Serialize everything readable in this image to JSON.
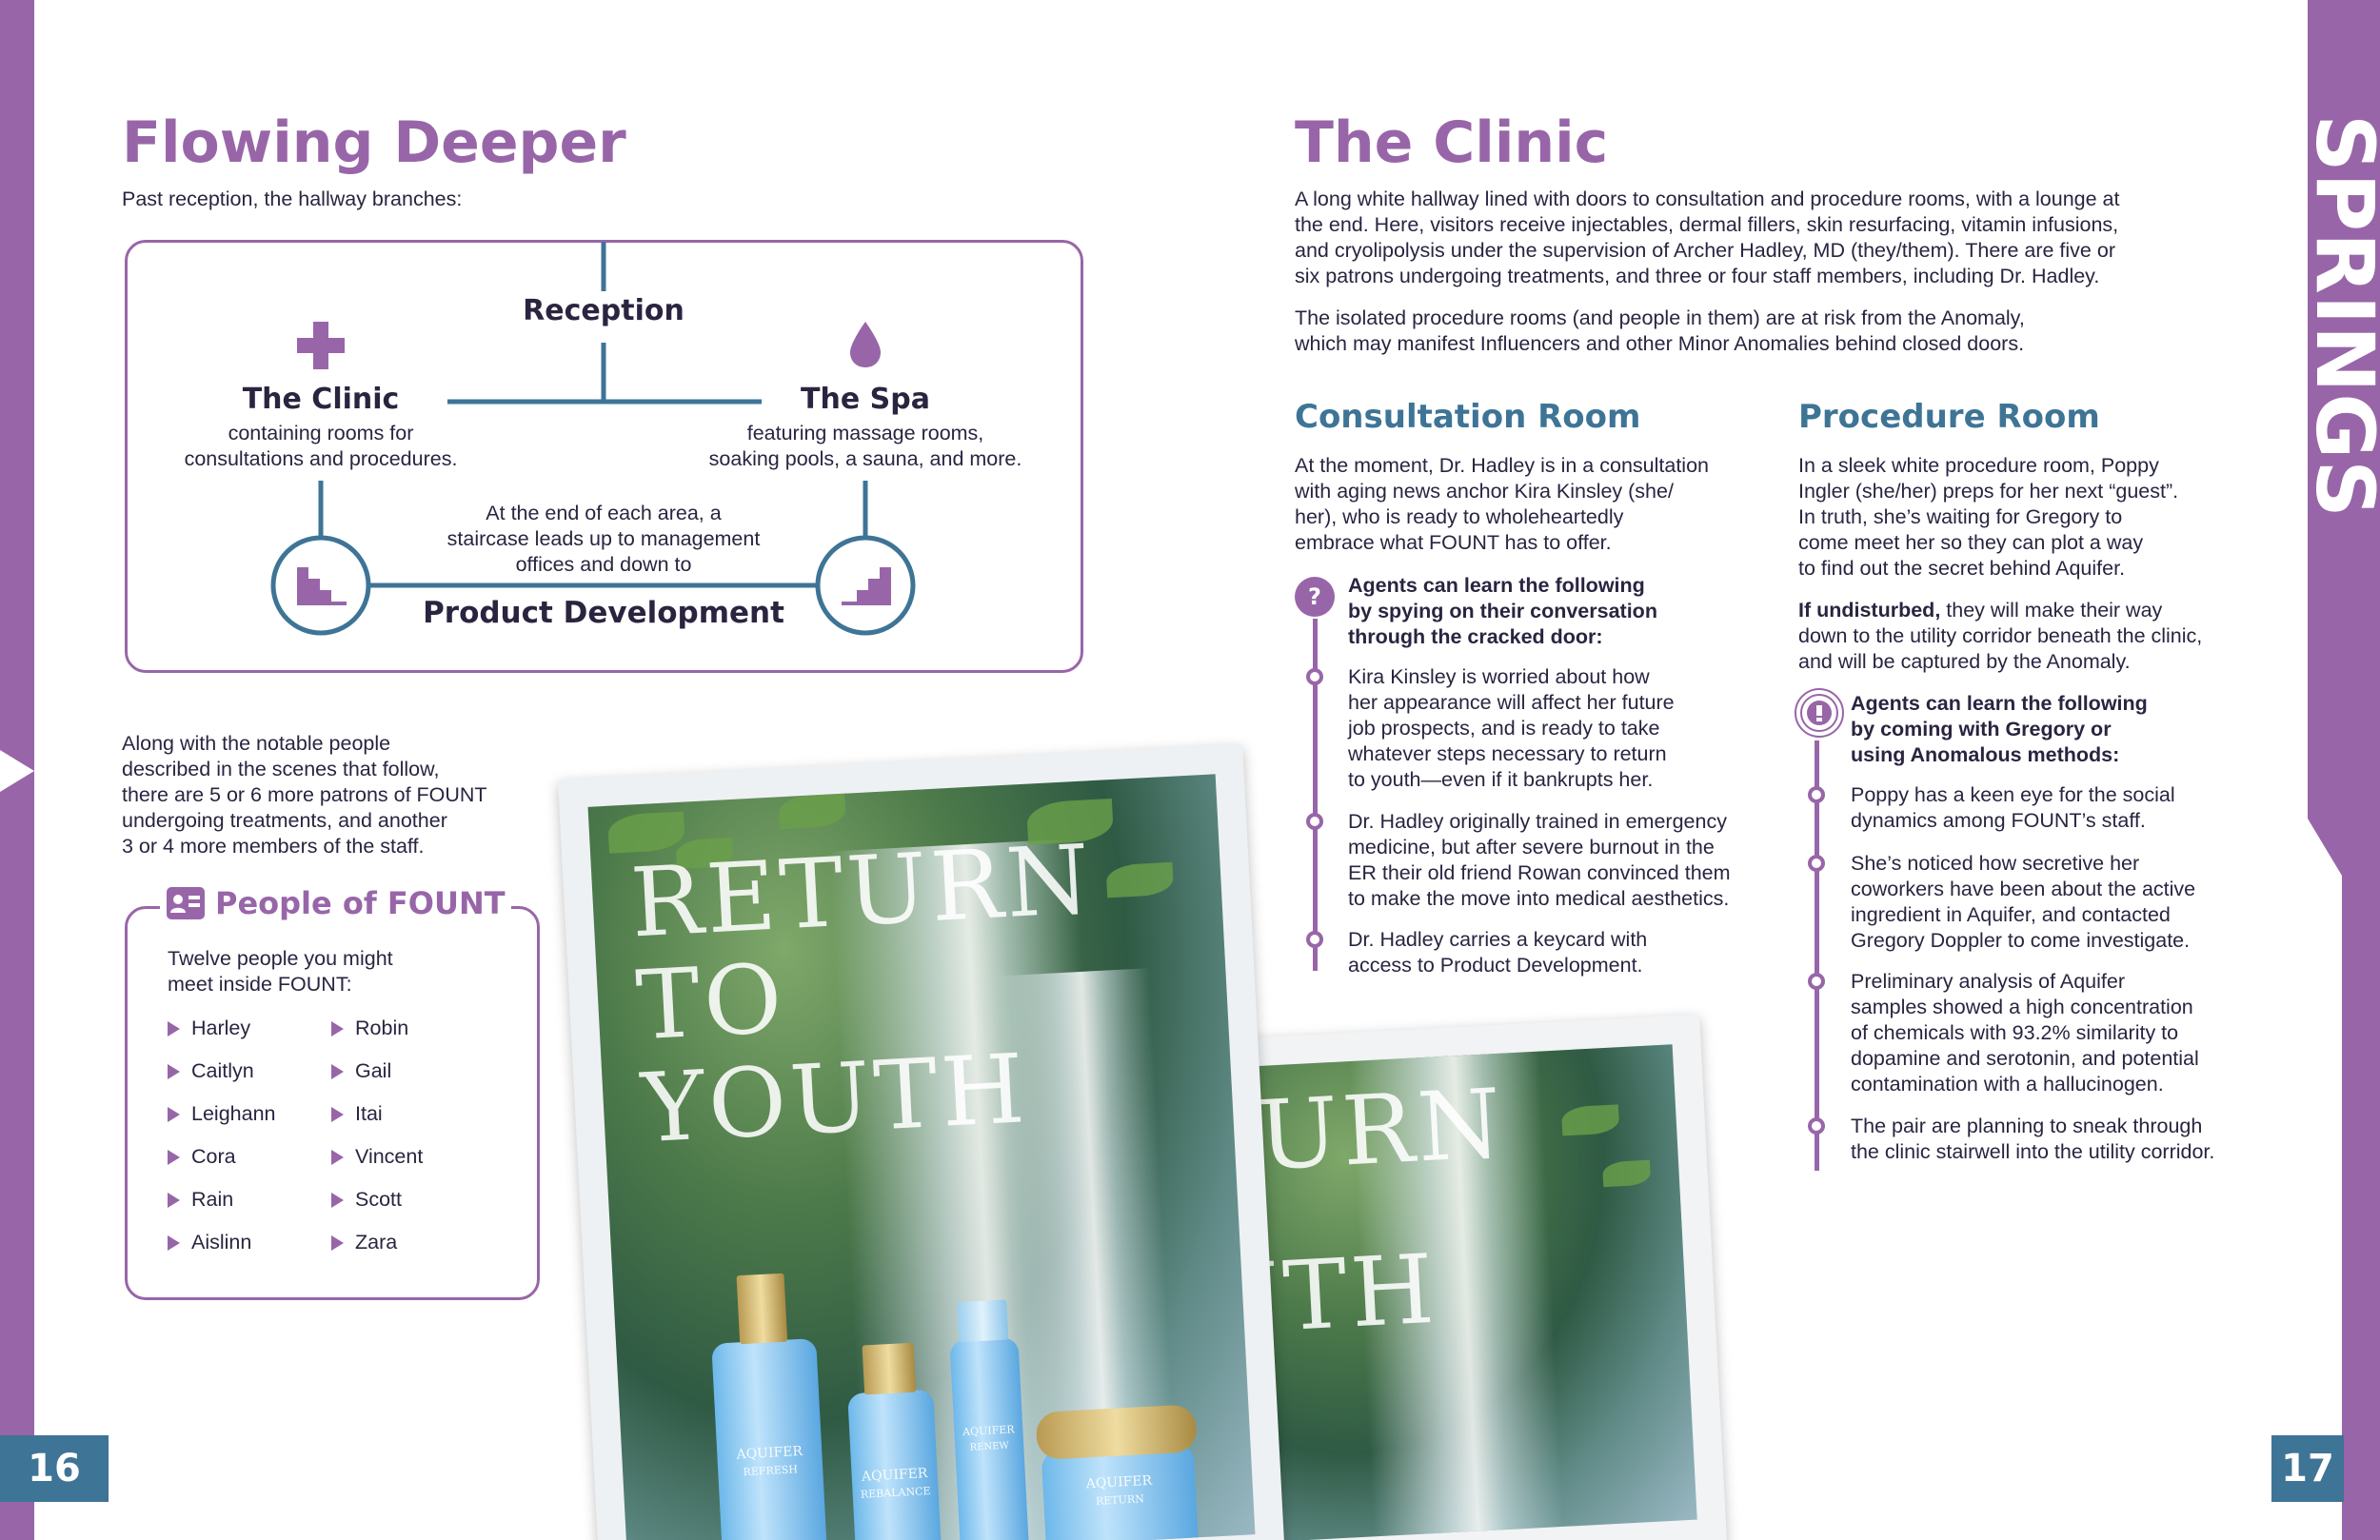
{
  "side_title": "SPRINGS ETERNAL",
  "page_left": "16",
  "page_right": "17",
  "left": {
    "title": "Flowing Deeper",
    "intro": "Past reception, the hallway branches:",
    "diagram": {
      "reception": "Reception",
      "clinic_title": "The Clinic",
      "clinic_desc_1": "containing rooms for",
      "clinic_desc_2": "consultations and procedures.",
      "spa_title": "The Spa",
      "spa_desc_1": "featuring massage rooms,",
      "spa_desc_2": "soaking pools, a sauna, and more.",
      "stair_note_1": "At the end of each area, a",
      "stair_note_2": "staircase leads up to management",
      "stair_note_3": "offices and down to",
      "product_dev": "Product Development",
      "icons": [
        "medical-cross-icon",
        "water-drop-icon",
        "stairs-down-icon",
        "stairs-up-icon"
      ]
    },
    "notable_text": [
      "Along with the notable people",
      "described in the scenes that follow,",
      "there are 5 or 6 more patrons of FOUNT",
      "undergoing treatments, and another",
      "3 or 4 more members of the staff."
    ],
    "people": {
      "title": "People of FOUNT",
      "intro_1": "Twelve people you might",
      "intro_2": "meet inside FOUNT:",
      "col1": [
        "Harley",
        "Caitlyn",
        "Leighann",
        "Cora",
        "Rain",
        "Aislinn"
      ],
      "col2": [
        "Robin",
        "Gail",
        "Itai",
        "Vincent",
        "Scott",
        "Zara"
      ]
    }
  },
  "magazine": {
    "front_line1": "RETURN",
    "front_line2": "TO",
    "front_line3": "YOUTH",
    "back_line1": "TURN",
    "back_line2": "UTH",
    "products": [
      {
        "brand": "AQUIFER",
        "name": "REFRESH"
      },
      {
        "brand": "AQUIFER",
        "name": "REBALANCE"
      },
      {
        "brand": "AQUIFER",
        "name": "RENEW"
      },
      {
        "brand": "AQUIFER",
        "name": "RETURN"
      }
    ]
  },
  "right": {
    "title": "The Clinic",
    "para1": [
      "A long white hallway lined with doors to consultation and procedure rooms, with a lounge at",
      "the end. Here, visitors receive injectables, dermal fillers, skin resurfacing, vitamin infusions,",
      "and cryolipolysis under the supervision of Archer Hadley, MD (they/them). There are five or",
      "six patrons undergoing treatments, and three or four staff members, including Dr. Hadley."
    ],
    "para2": [
      "The isolated procedure rooms (and people in them) are at risk from the Anomaly,",
      "which may manifest Influencers and other Minor Anomalies behind closed doors."
    ],
    "consult": {
      "title": "Consultation Room",
      "intro": [
        "At the moment, Dr. Hadley is in a consultation",
        "with aging news anchor Kira Kinsley (she/",
        "her), who is ready to wholeheartedly",
        "embrace what FOUNT has to offer."
      ],
      "agents_head": [
        "Agents can learn the following",
        "by spying on their conversation",
        "through the cracked door:"
      ],
      "items": [
        [
          "Kira Kinsley is worried about how",
          "her appearance will affect her future",
          "job prospects, and is ready to take",
          "whatever steps necessary to return",
          "to youth—even if it bankrupts her."
        ],
        [
          "Dr. Hadley originally trained in emergency",
          "medicine, but after severe burnout in the",
          "ER their old friend Rowan convinced them",
          "to make the move into medical aesthetics."
        ],
        [
          "Dr. Hadley carries a keycard with",
          "access to Product Development."
        ]
      ]
    },
    "procedure": {
      "title": "Procedure Room",
      "intro": [
        "In a sleek white procedure room, Poppy",
        "Ingler (she/her) preps for her next “guest”.",
        "In truth, she’s waiting for Gregory to",
        "come meet her so they can plot a way",
        "to find out the secret behind Aquifer."
      ],
      "undisturbed_bold": "If undisturbed,",
      "undisturbed_rest": [
        " they will make their way",
        "down to the utility corridor beneath the clinic,",
        "and will be captured by the Anomaly."
      ],
      "agents_head": [
        "Agents can learn the following",
        "by coming with Gregory or",
        "using Anomalous methods:"
      ],
      "items": [
        [
          "Poppy has a keen eye for the social",
          "dynamics among FOUNT’s staff."
        ],
        [
          "She’s noticed how secretive her",
          "coworkers have been about the active",
          "ingredient in Aquifer, and contacted",
          "Gregory Doppler to come investigate."
        ],
        [
          "Preliminary analysis of Aquifer",
          "samples showed a high concentration",
          "of chemicals with 93.2% similarity to",
          "dopamine and serotonin, and potential",
          "contamination with a hallucinogen."
        ],
        [
          "The pair are planning to sneak through",
          "the clinic stairwell into the utility corridor."
        ]
      ]
    }
  },
  "colors": {
    "purple": "#9866a8",
    "blue": "#3e7496",
    "dark": "#2b2440"
  }
}
